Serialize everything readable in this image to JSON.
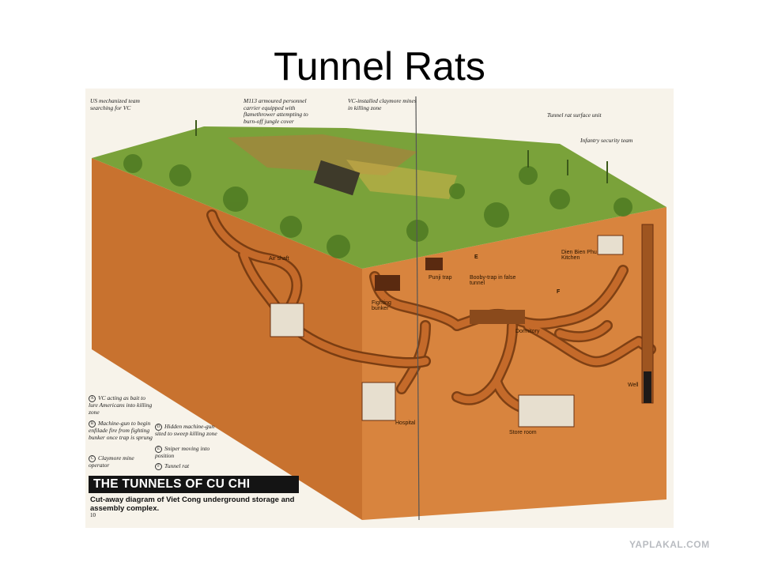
{
  "slide": {
    "title": "Tunnel Rats"
  },
  "diagram": {
    "top_captions": {
      "us_team": "US mechanized team searching for VC",
      "m113": "M113 armoured personnel carrier equipped with flamethrower attempting to burn-off jungle cover",
      "claymore": "VC-installed claymore mines in killing zone",
      "surface_unit": "Tunnel rat surface unit",
      "infantry": "Infantry security team"
    },
    "labels": {
      "air_shaft": "Air shaft",
      "punji": "Punji trap",
      "fighting_bunker": "Fighting bunker",
      "booby_trap": "Booby-trap in false tunnel",
      "kitchen": "Dien Bien Phu Kitchen",
      "dormitory": "Dormitory",
      "well": "Well",
      "hospital": "Hospital",
      "store_room": "Store room",
      "e": "E",
      "f": "F"
    },
    "legend": [
      {
        "key": "A",
        "text": "VC acting as bait to lure Americans into killing zone"
      },
      {
        "key": "B",
        "text": "Machine-gun to begin enfilade fire from fighting bunker once trap is sprung"
      },
      {
        "key": "C",
        "text": "Claymore mine operator"
      },
      {
        "key": "D",
        "text": "Hidden machine-gun sited to sweep killing zone"
      },
      {
        "key": "E",
        "text": "Sniper moving into position"
      },
      {
        "key": "F",
        "text": "Tunnel rat"
      }
    ],
    "banner": "THE TUNNELS OF CU CHI",
    "subcaption": "Cut-away diagram of Viet Cong underground storage and assembly complex.",
    "page_number": "10"
  },
  "watermark": "YAPLAKAL.COM",
  "colors": {
    "soil_front": "#d8843e",
    "soil_side": "#c8722f",
    "tunnel": "#c46a2a",
    "tunnel_edge": "#7a3d12",
    "grass": "#7aa23a"
  }
}
